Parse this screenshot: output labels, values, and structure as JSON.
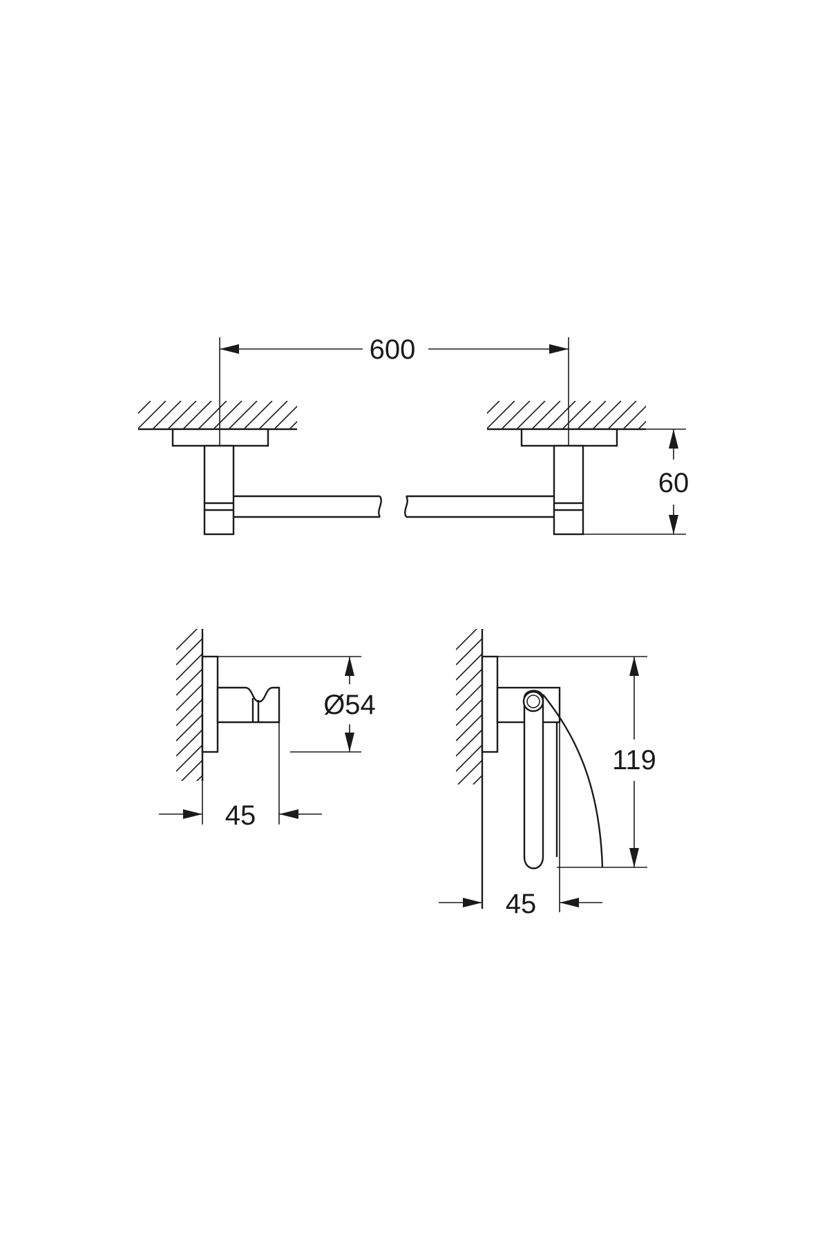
{
  "views": {
    "towel_bar": {
      "dimensions": {
        "width": "600",
        "height": "60"
      }
    },
    "robe_hook": {
      "dimensions": {
        "diameter": "Ø54",
        "depth": "45"
      }
    },
    "paper_holder": {
      "dimensions": {
        "height": "119",
        "depth": "45"
      }
    }
  },
  "colors": {
    "line": "#1a1a1a",
    "background": "#ffffff"
  }
}
